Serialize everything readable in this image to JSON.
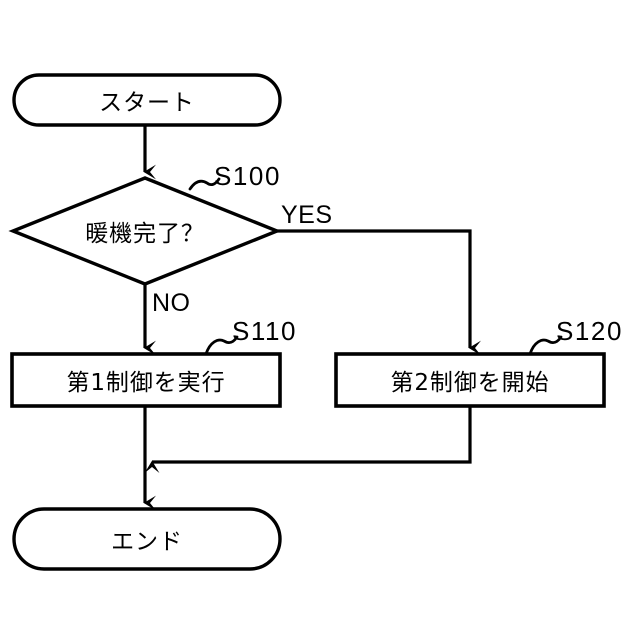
{
  "diagram": {
    "type": "flowchart",
    "language": "ja",
    "background_color": "#ffffff",
    "stroke_color": "#000000",
    "nodes": {
      "start": {
        "shape": "terminator",
        "label": "スタート"
      },
      "decision": {
        "shape": "diamond",
        "label": "暖機完了？",
        "step_ref": "S100"
      },
      "process_first": {
        "shape": "rectangle",
        "label": "第1制御を実行",
        "step_ref": "S110"
      },
      "process_second": {
        "shape": "rectangle",
        "label": "第2制御を開始",
        "step_ref": "S120"
      },
      "end": {
        "shape": "terminator",
        "label": "エンド"
      }
    },
    "edges": {
      "yes_label": "YES",
      "no_label": "NO"
    }
  }
}
